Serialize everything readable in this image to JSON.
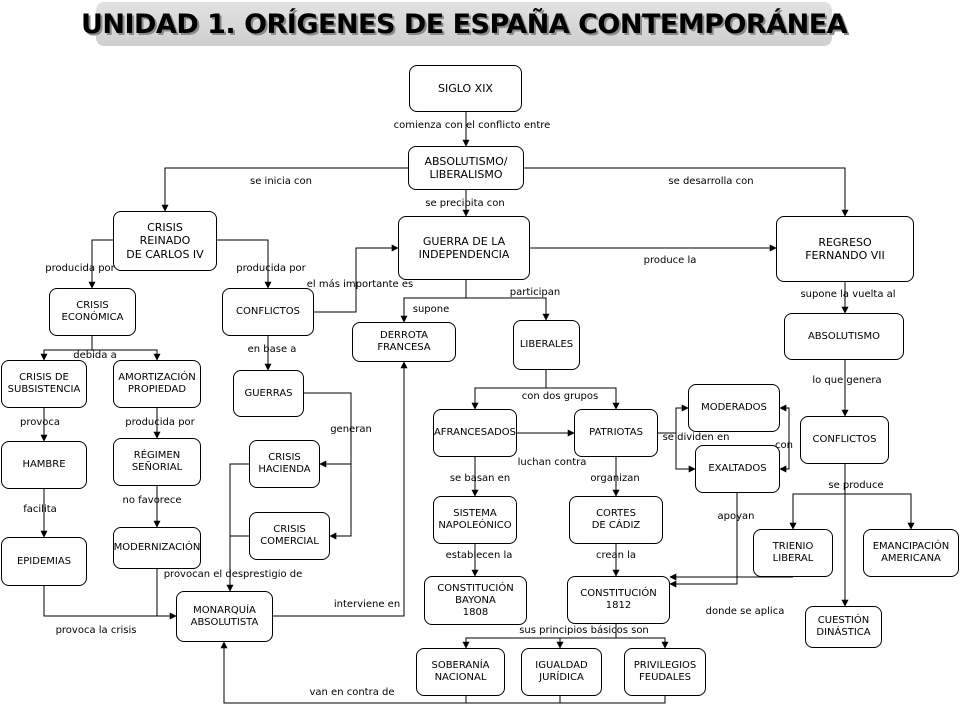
{
  "title": "UNIDAD 1. ORÍGENES DE ESPAÑA CONTEMPORÁNEA",
  "nodes": {
    "siglo_xix": "SIGLO XIX",
    "absolutismo_liberalismo": "ABSOLUTISMO/\nLIBERALISMO",
    "crisis_reinado": "CRISIS\nREINADO\nDE CARLOS IV",
    "guerra_independencia": "GUERRA DE LA\nINDEPENDENCIA",
    "regreso_fernando": "REGRESO\nFERNANDO VII",
    "crisis_economica": "CRISIS\nECONÓMICA",
    "conflictos_1": "CONFLICTOS",
    "derrota_francesa": "DERROTA\nFRANCESA",
    "liberales": "LIBERALES",
    "absolutismo": "ABSOLUTISMO",
    "crisis_subsistencia": "CRISIS DE\nSUBSISTENCIA",
    "amortizacion": "AMORTIZACIÓN\nPROPIEDAD",
    "guerras": "GUERRAS",
    "afrancesados": "AFRANCESADOS",
    "patriotas": "PATRIOTAS",
    "moderados": "MODERADOS",
    "exaltados": "EXALTADOS",
    "conflictos_2": "CONFLICTOS",
    "hambre": "HAMBRE",
    "regimen_senorial": "RÉGIMEN\nSEÑORIAL",
    "crisis_hacienda": "CRISIS\nHACIENDA",
    "crisis_comercial": "CRISIS\nCOMERCIAL",
    "sistema_napoleonico": "SISTEMA\nNAPOLEÓNICO",
    "cortes_cadiz": "CORTES\nDE CÁDIZ",
    "trienio_liberal": "TRIENIO\nLIBERAL",
    "emancipacion": "EMANCIPACIÓN\nAMERICANA",
    "epidemias": "EPIDEMIAS",
    "modernizacion": "MODERNIZACIÓN",
    "monarquia_absolutista": "MONARQUÍA\nABSOLUTISTA",
    "constitucion_bayona": "CONSTITUCIÓN\nBAYONA\n1808",
    "constitucion_1812": "CONSTITUCIÓN\n1812",
    "cuestion_dinastica": "CUESTIÓN\nDINÁSTICA",
    "soberania": "SOBERANÍA\nNACIONAL",
    "igualdad": "IGUALDAD\nJURÍDICA",
    "privilegios": "PRIVILEGIOS\nFEUDALES"
  },
  "labels": {
    "comienza": "comienza con el conflicto entre",
    "se_inicia_con": "se inicia con",
    "se_desarrolla_con": "se desarrolla con",
    "se_precipita_con": "se precipita con",
    "producida_por_1": "producida por",
    "producida_por_2": "producida por",
    "produce_la": "produce la",
    "el_mas_importante": "el más importante es",
    "supone": "supone",
    "participan": "participan",
    "supone_la_vuelta": "supone la vuelta al",
    "debida_a": "debida a",
    "en_base_a": "en base a",
    "lo_que_genera": "lo que genera",
    "con_dos_grupos": "con dos grupos",
    "provoca": "provoca",
    "producida_por_3": "producida por",
    "generan": "generan",
    "se_dividen_en": "se dividen en",
    "con": "con",
    "luchan_contra": "luchan contra",
    "se_basan_en": "se basan en",
    "organizan": "organizan",
    "se_produce": "se produce",
    "facilita": "facilita",
    "no_favorece": "no favorece",
    "apoyan": "apoyan",
    "establecen_la": "establecen la",
    "crean_la": "crean la",
    "provocan_desprestigio": "provocan el desprestigio de",
    "interviene_en": "interviene en",
    "donde_se_aplica": "donde se aplica",
    "provoca_la_crisis": "provoca la crisis",
    "sus_principios": "sus principios básicos son",
    "van_en_contra": "van en contra de"
  }
}
